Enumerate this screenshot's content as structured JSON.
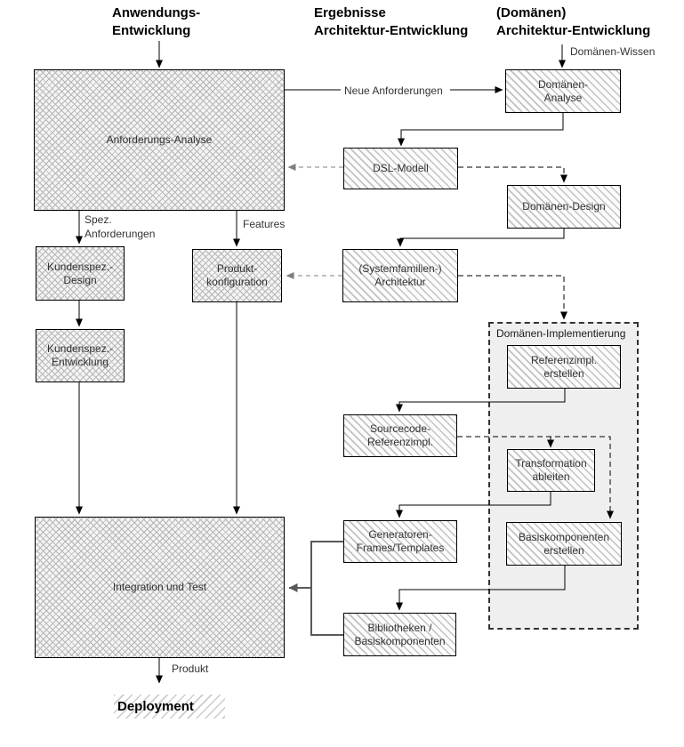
{
  "headings": {
    "application_development": {
      "line1": "Anwendungs-",
      "line2": "Entwicklung"
    },
    "results_architecture": {
      "line1": "Ergebnisse",
      "line2": "Architektur-Entwicklung"
    },
    "domain_architecture": {
      "line1": "(Domänen)",
      "line2": "Architektur-Entwicklung"
    }
  },
  "boxes": {
    "anforderungs_analyse": {
      "label": "Anforderungs-Analyse"
    },
    "kundenspez_design": {
      "line1": "Kundenspez.-",
      "line2": "Design"
    },
    "kundenspez_entwicklung": {
      "line1": "Kundenspez.-",
      "line2": "Entwicklung"
    },
    "produktkonfiguration": {
      "line1": "Produkt-",
      "line2": "konfiguration"
    },
    "integration_und_test": {
      "label": "Integration und Test"
    },
    "domaenen_analyse": {
      "line1": "Domänen-",
      "line2": "Analyse"
    },
    "dsl_modell": {
      "label": "DSL-Modell"
    },
    "domaenen_design": {
      "label": "Domänen-Design"
    },
    "systemfamilien_architektur": {
      "line1": "(Systemfamilien-)",
      "line2": "Architektur"
    },
    "referenzimpl_erstellen": {
      "line1": "Referenzimpl.",
      "line2": "erstellen"
    },
    "sourcecode_referenzimpl": {
      "line1": "Sourcecode-",
      "line2": "Referenzimpl."
    },
    "transformation_ableiten": {
      "line1": "Transformation",
      "line2": "ableiten"
    },
    "generatoren_frames_templates": {
      "line1": "Generatoren-",
      "line2": "Frames/Templates"
    },
    "basiskomponenten_erstellen": {
      "line1": "Basiskomponenten",
      "line2": "erstellen"
    },
    "bibliotheken_basiskomponenten": {
      "line1": "Bibliotheken /",
      "line2": "Basiskomponenten"
    }
  },
  "container": {
    "label": "Domänen-Implementierung"
  },
  "edge_labels": {
    "domaenen_wissen": "Domänen-Wissen",
    "neue_anforderungen": "Neue Anforderungen",
    "spez_anforderungen_line1": "Spez.",
    "spez_anforderungen_line2": "Anforderungen",
    "features": "Features",
    "produkt": "Produkt"
  },
  "deployment": {
    "label": "Deployment"
  },
  "colors": {
    "connector": "#000000",
    "dashed_gray": "#7f7f7f",
    "bracket_gray": "#595959",
    "container_fill": "#efefef",
    "hatch_line": "#b5b5b5",
    "box_border": "#000000"
  }
}
